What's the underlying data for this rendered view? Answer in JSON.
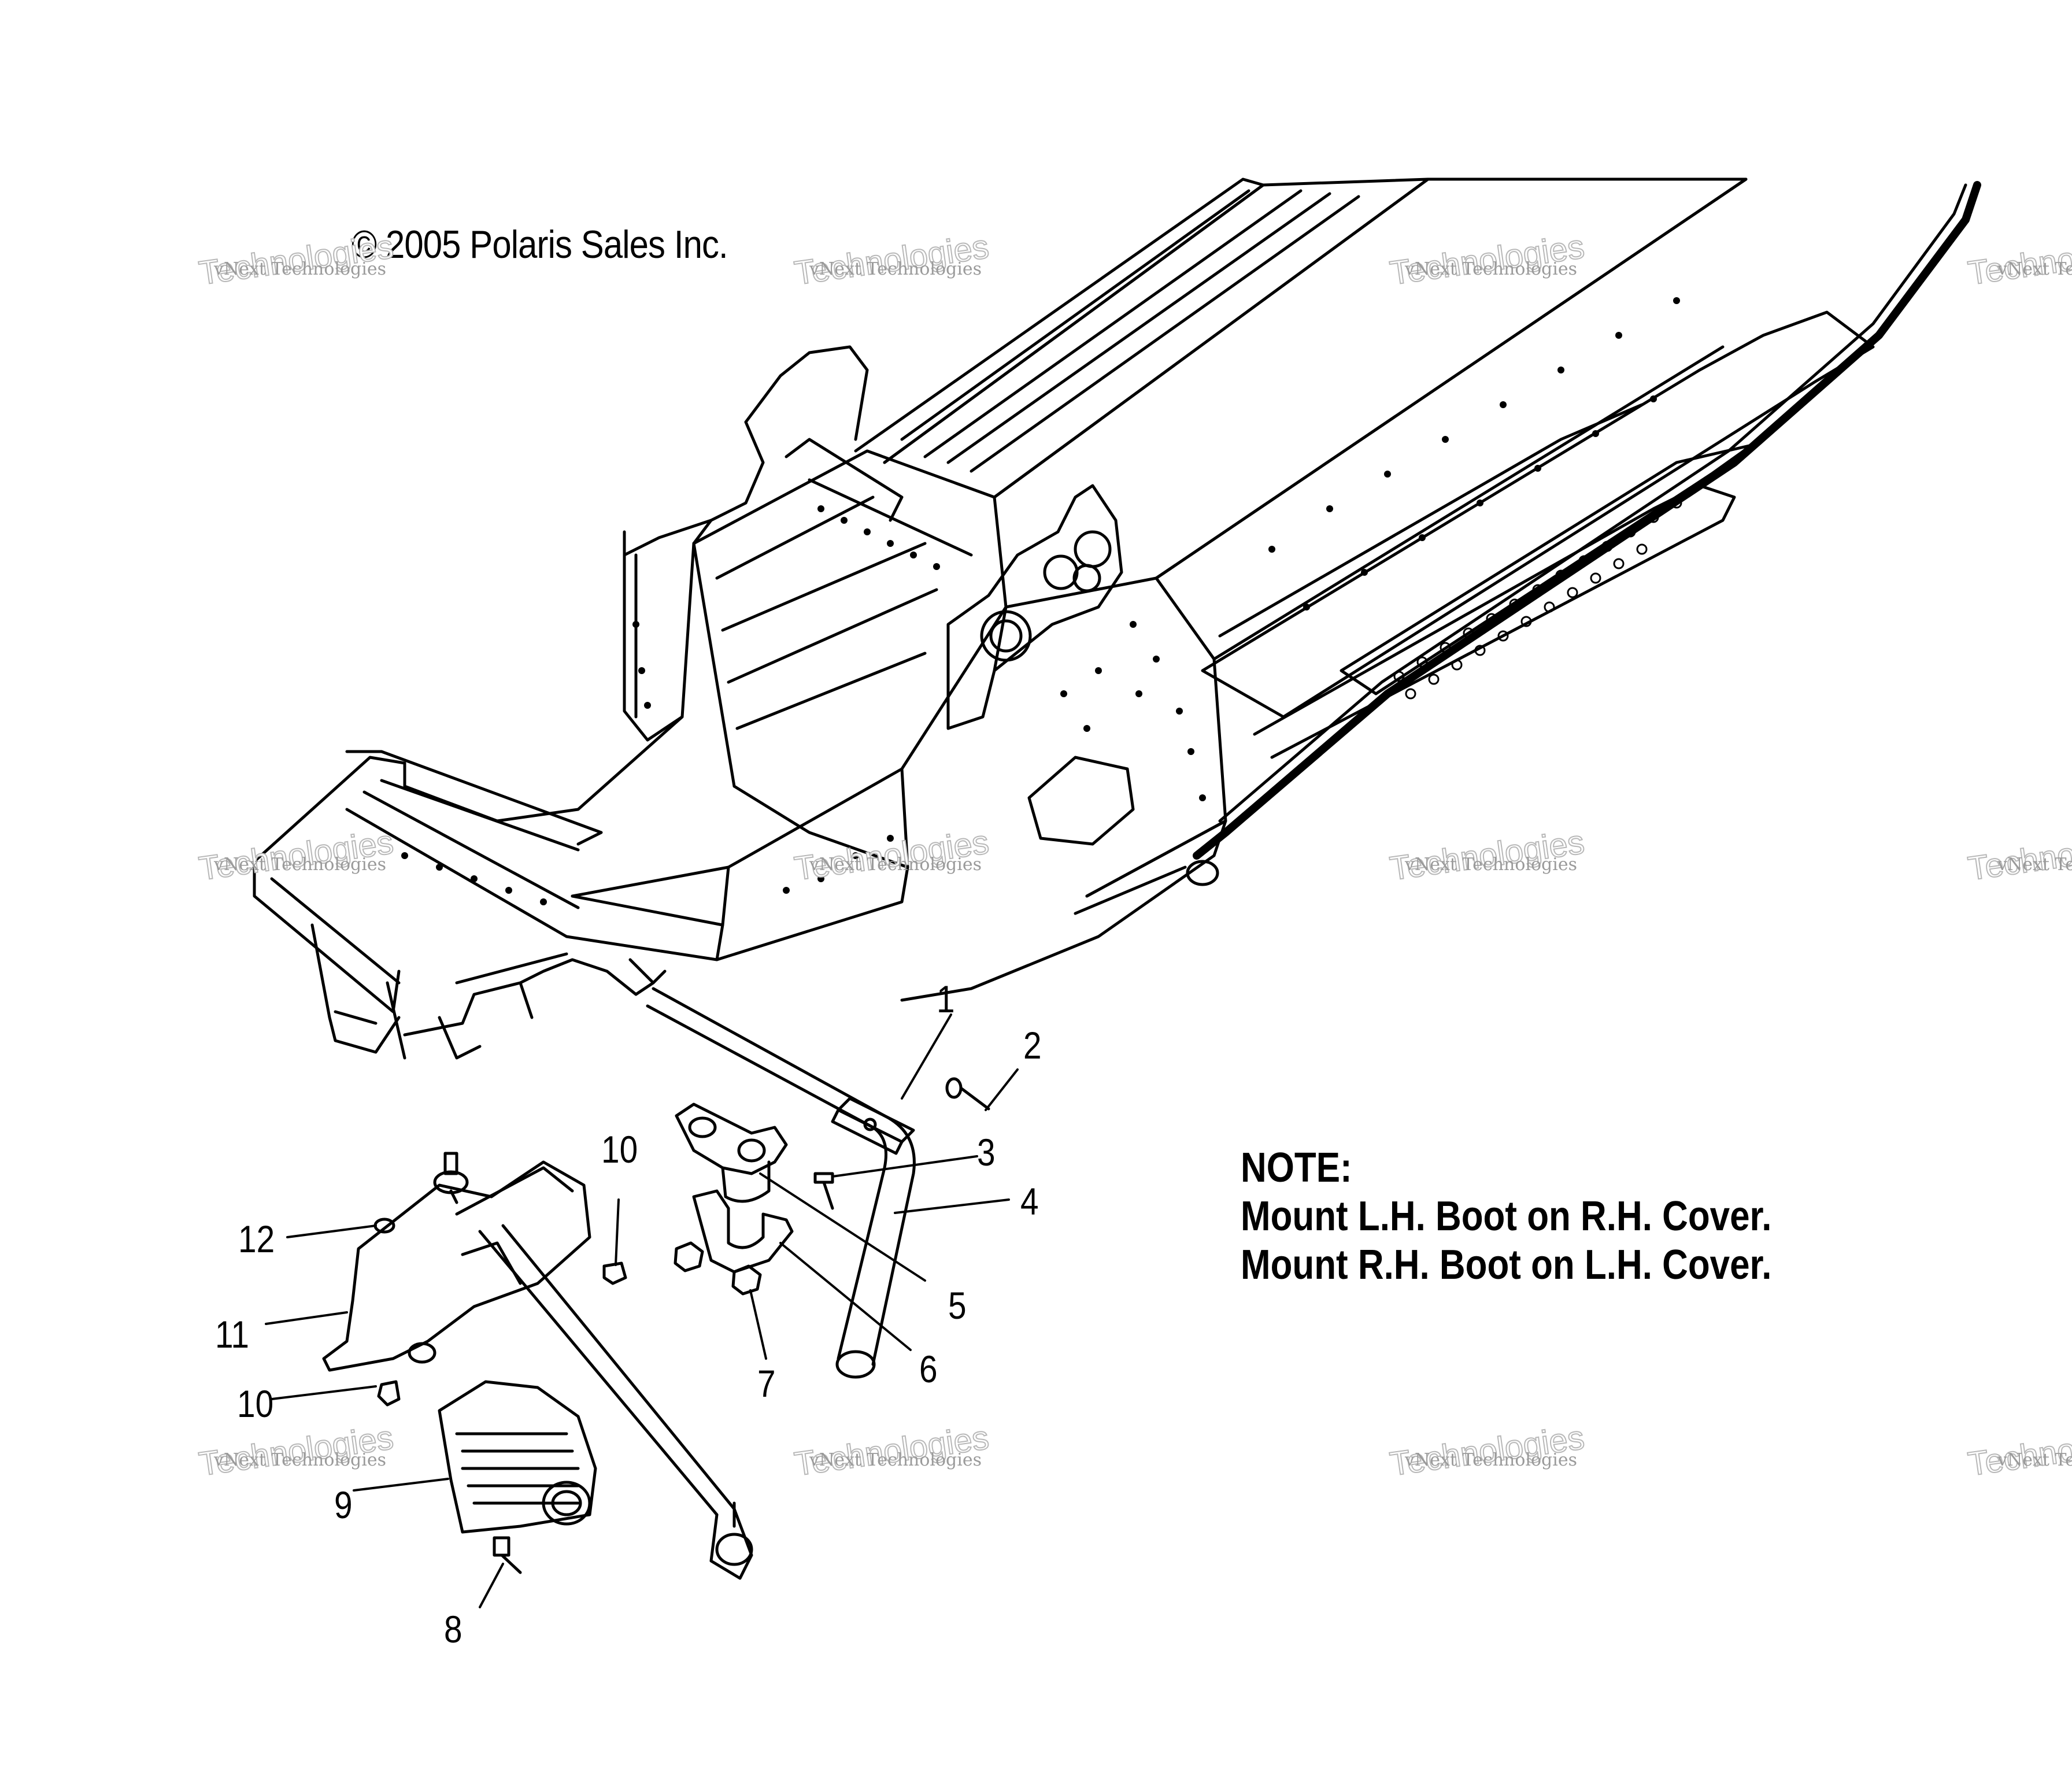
{
  "copyright": "© 2005 Polaris Sales Inc.",
  "note": {
    "heading": "NOTE:",
    "line1": "Mount L.H. Boot on R.H. Cover.",
    "line2": "Mount R.H. Boot on L.H. Cover."
  },
  "watermark": {
    "small": "vNext Technologies",
    "big": "Technologies",
    "top": "vNext"
  },
  "callouts": [
    "1",
    "2",
    "3",
    "4",
    "5",
    "6",
    "7",
    "8",
    "9",
    "10",
    "10",
    "11",
    "12"
  ]
}
